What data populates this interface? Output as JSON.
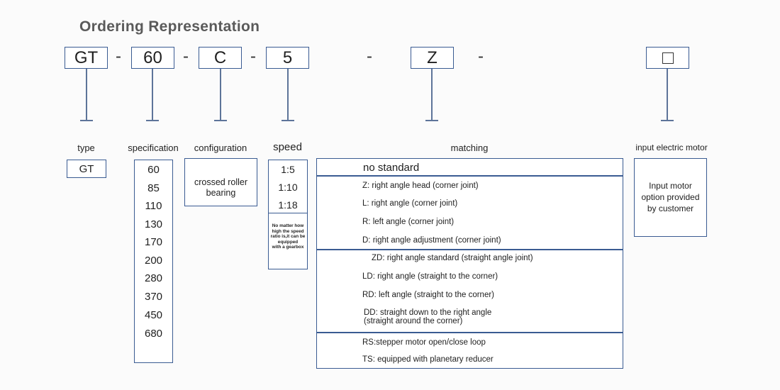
{
  "title": "Ordering Representation",
  "codes": [
    "GT",
    "60",
    "C",
    "5",
    "Z"
  ],
  "dash": "-",
  "motor_icon": "empty-square-icon",
  "headers": {
    "type": "type",
    "specification": "specification",
    "configuration": "configuration",
    "speed": "speed",
    "matching": "matching",
    "motor": "input electric motor"
  },
  "type_value": "GT",
  "specifications": [
    "60",
    "85",
    "110",
    "130",
    "170",
    "200",
    "280",
    "370",
    "450",
    "680"
  ],
  "configuration": [
    "crossed roller",
    "bearing"
  ],
  "speeds": [
    "1:5",
    "1:10",
    "1:18"
  ],
  "speed_note": [
    "No matter how",
    "high the speed",
    "ratio is,it can be",
    "equipped",
    "with a gearbox"
  ],
  "matching": {
    "default": "no standard",
    "group1": [
      "Z: right angle head (corner joint)",
      "L: right angle (corner joint)",
      "R: left angle (corner joint)",
      "D: right angle adjustment (corner joint)"
    ],
    "group2": [
      "ZD: right angle standard (straight angle joint)",
      "LD: right angle (straight to the corner)",
      "RD: left angle (straight to the corner)"
    ],
    "group2_multiline": [
      "DD: straight down to the right angle",
      "(straight around the corner)"
    ],
    "group3": [
      "RS:stepper motor open/close loop",
      "TS: equipped with planetary reducer"
    ]
  },
  "motor_text": [
    "Input motor",
    "option provided",
    "by customer"
  ]
}
